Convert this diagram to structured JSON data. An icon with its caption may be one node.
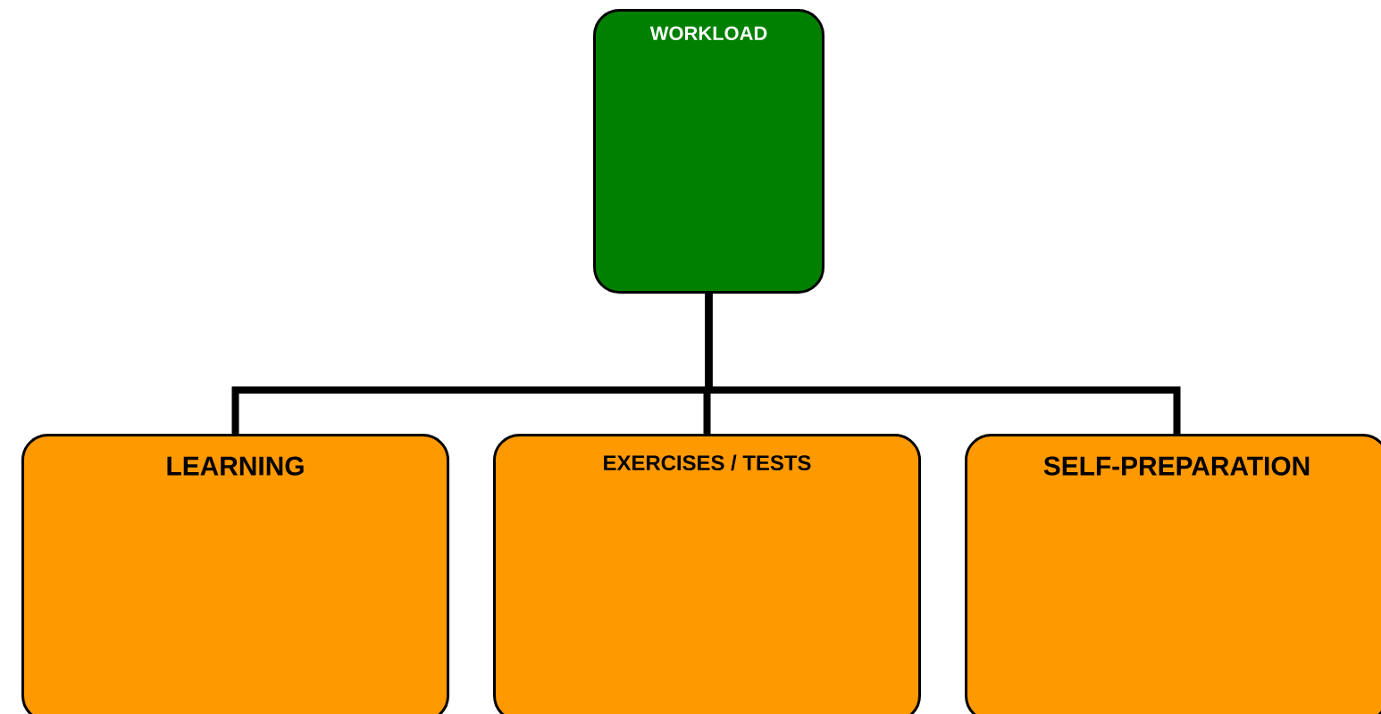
{
  "diagram": {
    "nodes": [
      {
        "text": [
          "WORKLOAD"
        ]
      },
      {
        "text": [
          "LEARNING"
        ]
      },
      {
        "text": [
          "EXERCISES / TESTS"
        ]
      },
      {
        "text": [
          "SELF-PREPARATION"
        ]
      }
    ],
    "edges": [
      {
        "from": 0,
        "to": 1,
        "arrow": "none"
      },
      {
        "from": 0,
        "to": 2,
        "arrow": "none"
      },
      {
        "from": 0,
        "to": 3,
        "arrow": "none"
      }
    ]
  }
}
